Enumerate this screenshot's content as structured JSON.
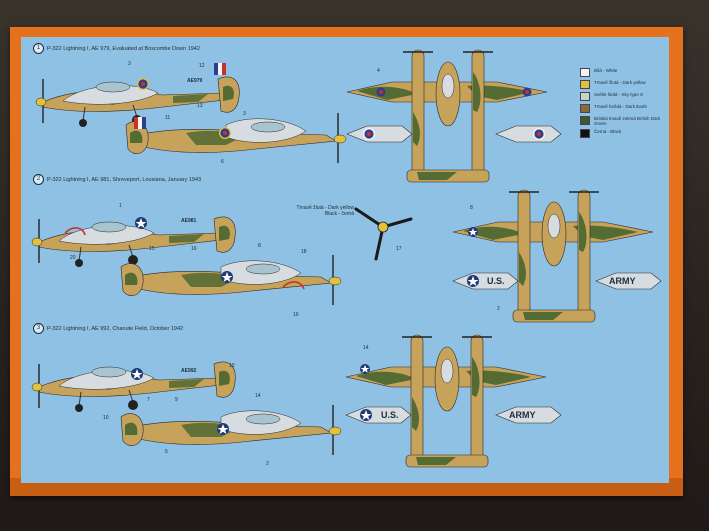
{
  "profiles": [
    {
      "index": "1",
      "caption": "P-322 Lightning I, AE 979, Evaluated at Boscombe Down 1942",
      "serial": "AE979"
    },
    {
      "index": "2",
      "caption": "P-322 Lightning I, AE 981, Shreveport, Lousiana, January 1943",
      "serial": "AE981"
    },
    {
      "index": "3",
      "caption": "P-322 Lightning I, AE 992, Chanute Field, October 1942",
      "serial": "AE992"
    }
  ],
  "legend": [
    {
      "label": "Bílá - White",
      "color": "#f4f4f4"
    },
    {
      "label": "Tmavě žlutá - Dark yellow",
      "color": "#e2c23c"
    },
    {
      "label": "Světle šedá - Sky type S",
      "color": "#c9d6c3"
    },
    {
      "label": "Tmavě hnědá - Dark Earth",
      "color": "#8a6a3a"
    },
    {
      "label": "Britská tmavě zelená British Dark Green",
      "color": "#3d5a2c"
    },
    {
      "label": "Černá - Black",
      "color": "#111111"
    }
  ],
  "propeller_label": {
    "line1": "Tmavě žlutá - Dark yellow",
    "line2": "Black - černá",
    "ref": "17"
  },
  "wing_text": {
    "left": "U.S.",
    "right": "ARMY"
  },
  "callouts": [
    "1",
    "2",
    "3",
    "4",
    "5",
    "6",
    "7",
    "8",
    "9",
    "10",
    "11",
    "12",
    "13",
    "14",
    "15",
    "16",
    "17",
    "18",
    "19",
    "20"
  ],
  "colors": {
    "panel": "#8ec1e3",
    "box": "#e5711c",
    "sand": "#c7a25b",
    "green": "#556b34",
    "underside": "#d7dce0"
  }
}
